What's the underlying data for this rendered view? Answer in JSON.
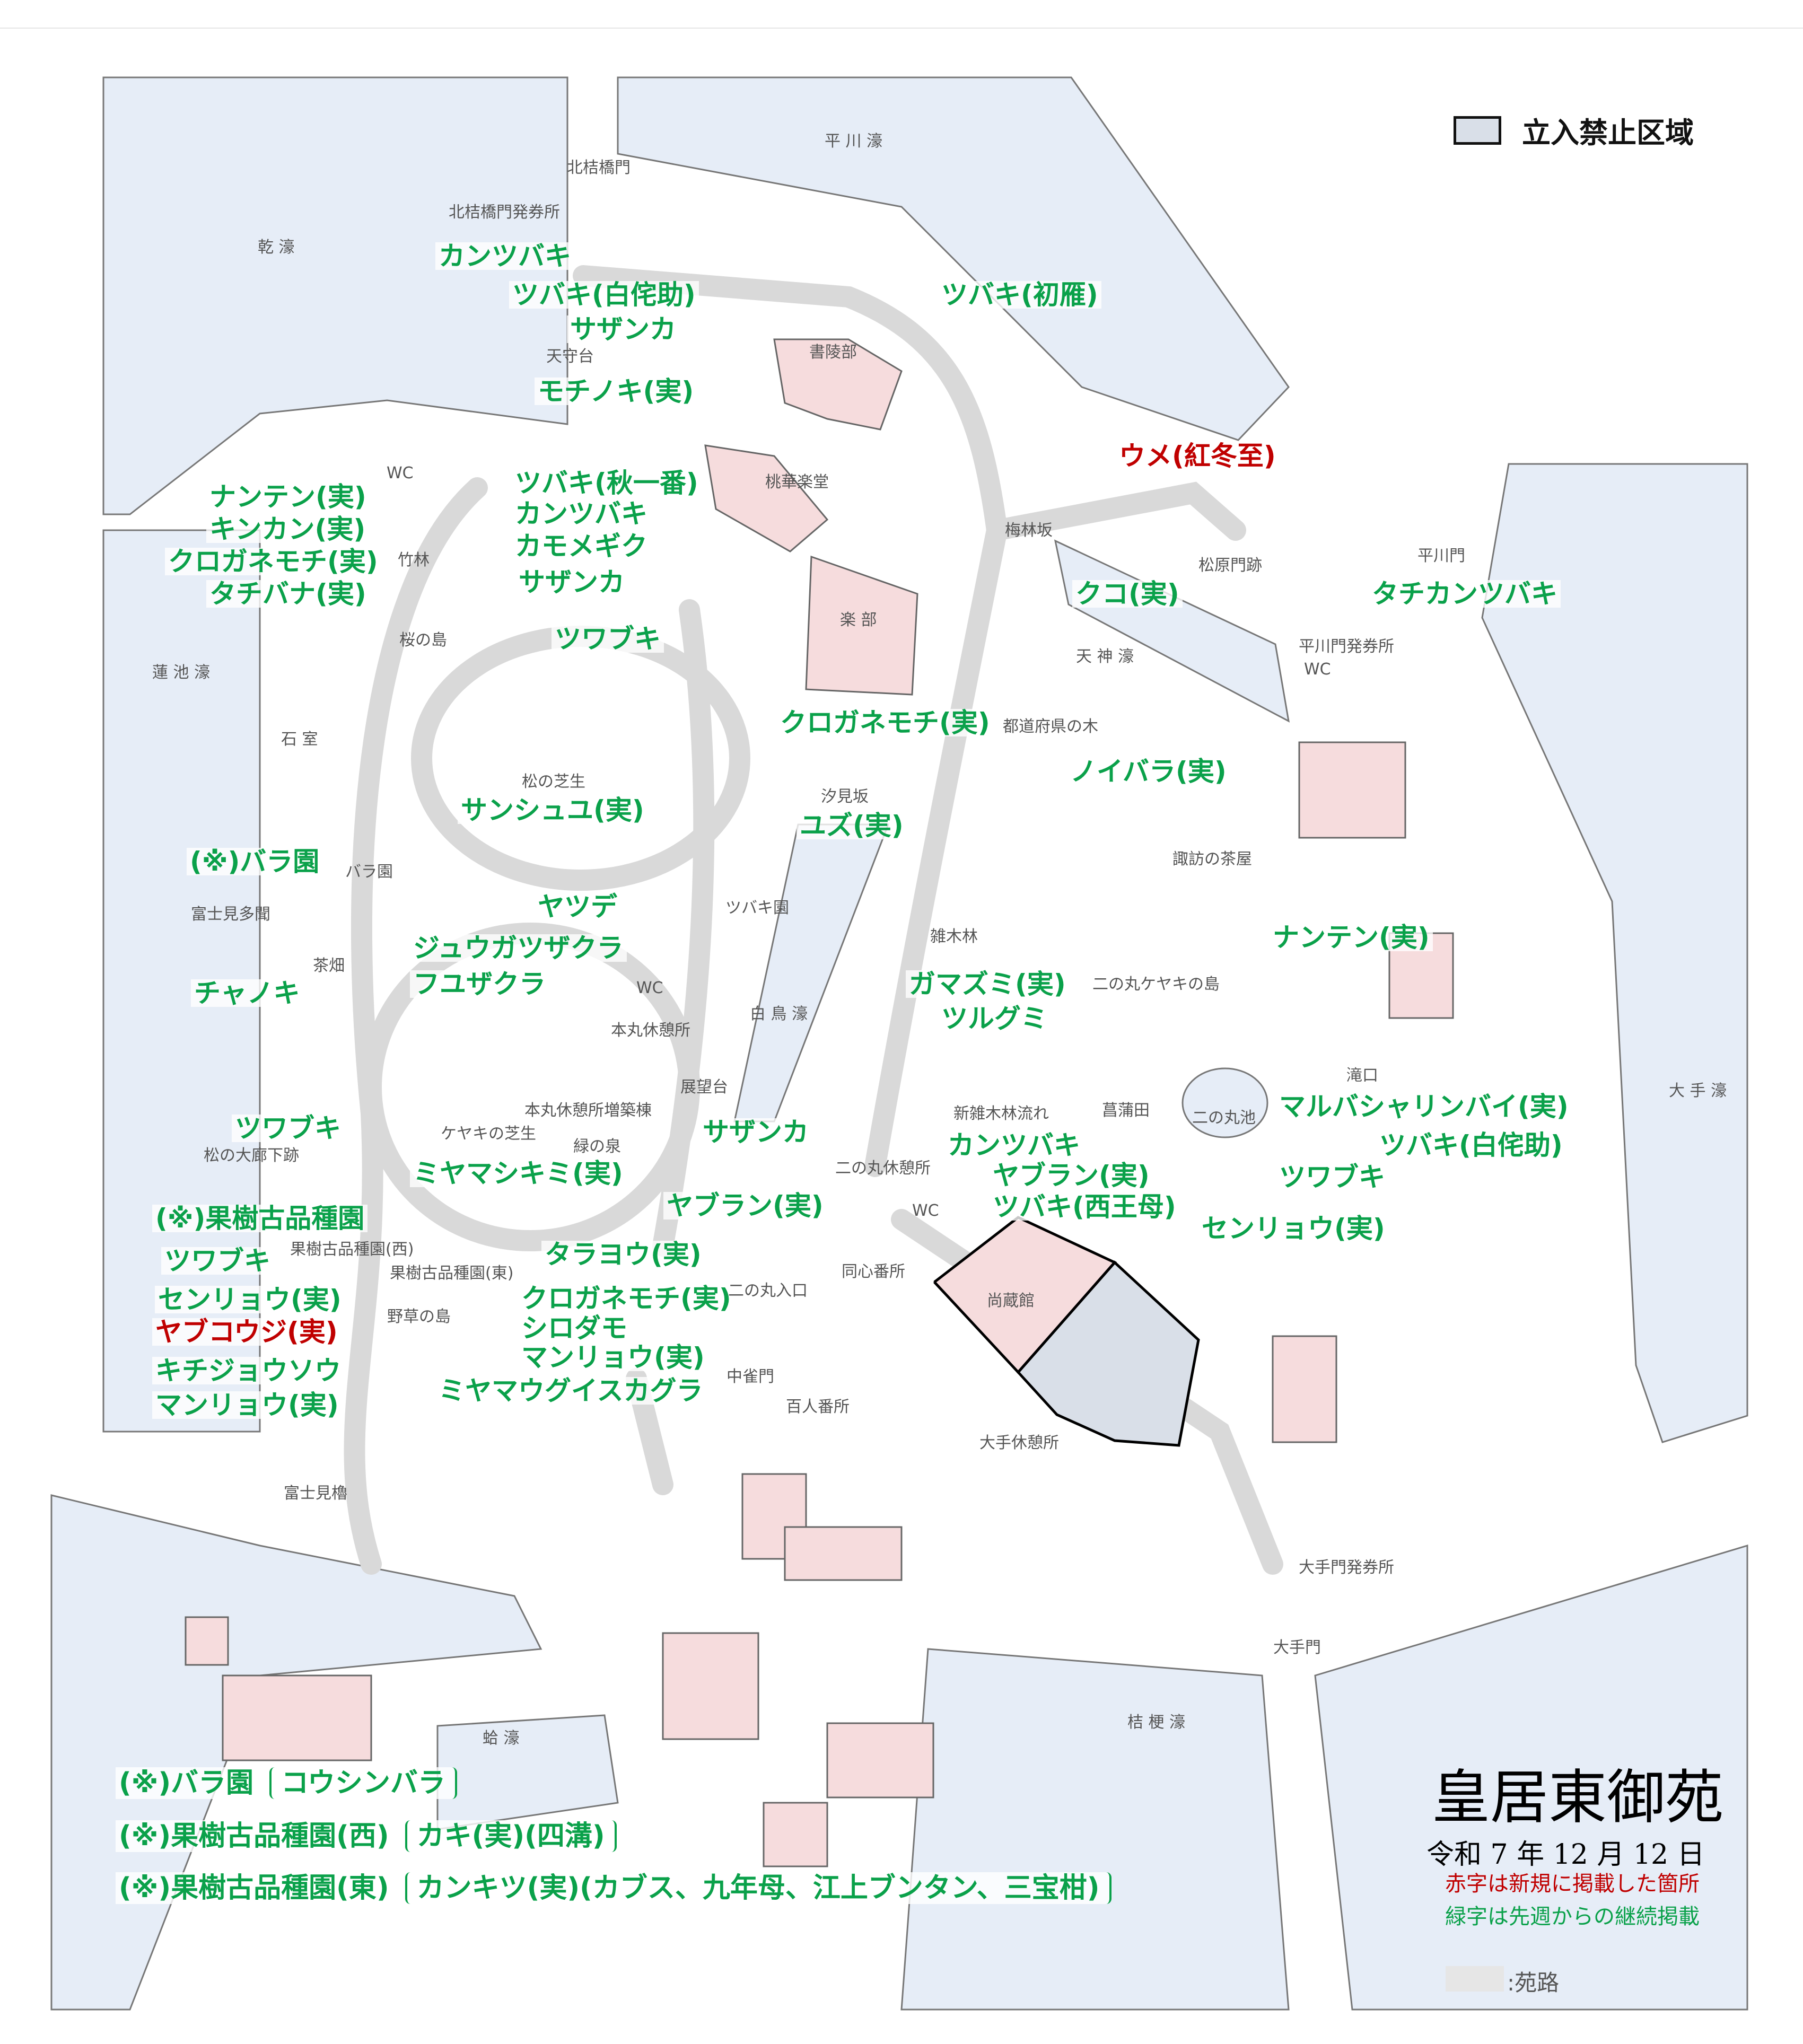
{
  "colors": {
    "moat": "#e6edf7",
    "path": "#d9d9d9",
    "building": "#f6dcdd",
    "restricted": "#d9dfe8",
    "new_label": "#c00000",
    "continued_label": "#0aa14a"
  },
  "legend": {
    "restricted_label": "立入禁止区域",
    "path_label": ":苑路"
  },
  "title": "皇居東御苑",
  "date": "令和 7 年 12 月 12 日",
  "note_red": "赤字は新規に掲載した箇所",
  "note_green": "緑字は先週からの継続掲載",
  "flower_labels": [
    {
      "text": "カンツバキ",
      "status": "continued"
    },
    {
      "text": "ツバキ(白侘助)",
      "status": "continued"
    },
    {
      "text": "サザンカ",
      "status": "continued"
    },
    {
      "text": "ツバキ(初雁)",
      "status": "continued"
    },
    {
      "text": "モチノキ(実)",
      "status": "continued"
    },
    {
      "text": "ウメ(紅冬至)",
      "status": "new"
    },
    {
      "text": "ナンテン(実)",
      "status": "continued"
    },
    {
      "text": "キンカン(実)",
      "status": "continued"
    },
    {
      "text": "クロガネモチ(実)",
      "status": "continued"
    },
    {
      "text": "タチバナ(実)",
      "status": "continued"
    },
    {
      "text": "ツバキ(秋一番)",
      "status": "continued"
    },
    {
      "text": "カンツバキ",
      "status": "continued"
    },
    {
      "text": "カモメギク",
      "status": "continued"
    },
    {
      "text": "サザンカ",
      "status": "continued"
    },
    {
      "text": "クコ(実)",
      "status": "continued"
    },
    {
      "text": "タチカンツバキ",
      "status": "continued"
    },
    {
      "text": "ツワブキ",
      "status": "continued"
    },
    {
      "text": "クロガネモチ(実)",
      "status": "continued"
    },
    {
      "text": "ノイバラ(実)",
      "status": "continued"
    },
    {
      "text": "サンシュユ(実)",
      "status": "continued"
    },
    {
      "text": "ユズ(実)",
      "status": "continued"
    },
    {
      "text": "(※)バラ園",
      "status": "continued"
    },
    {
      "text": "ナンテン(実)",
      "status": "continued"
    },
    {
      "text": "ヤツデ",
      "status": "continued"
    },
    {
      "text": "ジュウガツザクラ",
      "status": "continued"
    },
    {
      "text": "フユザクラ",
      "status": "continued"
    },
    {
      "text": "ガマズミ(実)",
      "status": "continued"
    },
    {
      "text": "ツルグミ",
      "status": "continued"
    },
    {
      "text": "チャノキ",
      "status": "continued"
    },
    {
      "text": "ツワブキ",
      "status": "continued"
    },
    {
      "text": "サザンカ",
      "status": "continued"
    },
    {
      "text": "ミヤマシキミ(実)",
      "status": "continued"
    },
    {
      "text": "マルバシャリンバイ(実)",
      "status": "continued"
    },
    {
      "text": "ツバキ(白侘助)",
      "status": "continued"
    },
    {
      "text": "カンツバキ",
      "status": "continued"
    },
    {
      "text": "ヤブラン(実)",
      "status": "continued"
    },
    {
      "text": "ツワブキ",
      "status": "continued"
    },
    {
      "text": "ツバキ(西王母)",
      "status": "continued"
    },
    {
      "text": "センリョウ(実)",
      "status": "continued"
    },
    {
      "text": "ヤブラン(実)",
      "status": "continued"
    },
    {
      "text": "(※)果樹古品種園",
      "status": "continued"
    },
    {
      "text": "ツワブキ",
      "status": "continued"
    },
    {
      "text": "タラヨウ(実)",
      "status": "continued"
    },
    {
      "text": "センリョウ(実)",
      "status": "continued"
    },
    {
      "text": "クロガネモチ(実)",
      "status": "continued"
    },
    {
      "text": "ヤブコウジ(実)",
      "status": "new"
    },
    {
      "text": "シロダモ",
      "status": "continued"
    },
    {
      "text": "マンリョウ(実)",
      "status": "continued"
    },
    {
      "text": "キチジョウソウ",
      "status": "continued"
    },
    {
      "text": "ミヤマウグイスカグラ",
      "status": "continued"
    },
    {
      "text": "マンリョウ(実)",
      "status": "continued"
    }
  ],
  "place_names": [
    "平 川 濠",
    "北桔橋門",
    "北桔橋門発券所",
    "乾 濠",
    "書陵部",
    "天守台",
    "桃華楽堂",
    "WC",
    "梅林坂",
    "松原門跡",
    "平川門",
    "平川門発券所",
    "WC",
    "楽 部",
    "天 神 濠",
    "蓮 池 濠",
    "桜の島",
    "竹林",
    "石 室",
    "都道府県の木",
    "汐見坂",
    "松の芝生",
    "諏訪の茶屋",
    "バラ園",
    "富士見多聞",
    "ツバキ園",
    "雑木林",
    "茶畑",
    "WC",
    "二の丸ケヤキの島",
    "白 鳥 濠",
    "本丸休憩所",
    "展望台",
    "大 手 濠",
    "滝口",
    "菖蒲田",
    "二の丸池",
    "本丸休憩所増築棟",
    "新雑木林流れ",
    "ケヤキの芝生",
    "緑の泉",
    "松の大廊下跡",
    "二の丸休憩所",
    "WC",
    "果樹古品種園(西)",
    "果樹古品種園(東)",
    "同心番所",
    "二の丸入口",
    "尚蔵館",
    "野草の島",
    "中雀門",
    "百人番所",
    "大手休憩所",
    "富士見櫓",
    "大手門発券所",
    "大手門",
    "桔 梗 濠",
    "蛤 濠"
  ],
  "garden_list": [
    {
      "area": "(※)バラ園",
      "plants": "コウシンバラ"
    },
    {
      "area": "(※)果樹古品種園(西)",
      "plants": "カキ(実)(四溝)"
    },
    {
      "area": "(※)果樹古品種園(東)",
      "plants": "カンキツ(実)(カブス、九年母、江上ブンタン、三宝柑)"
    }
  ]
}
